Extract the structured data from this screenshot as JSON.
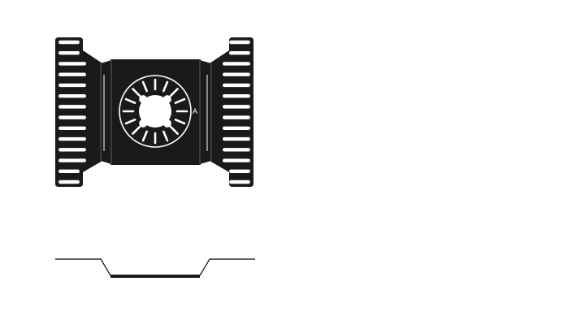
{
  "drawing": {
    "top_view": {
      "center_label": "A",
      "side_slot_count": 14,
      "radial_slot_count": 16,
      "colors": {
        "plate": "#1a1a1a",
        "cutout": "#ffffff",
        "fold_line": "#6a6a6a",
        "profile": "#000000"
      }
    },
    "side_view": {
      "profile_color": "#000000"
    }
  }
}
